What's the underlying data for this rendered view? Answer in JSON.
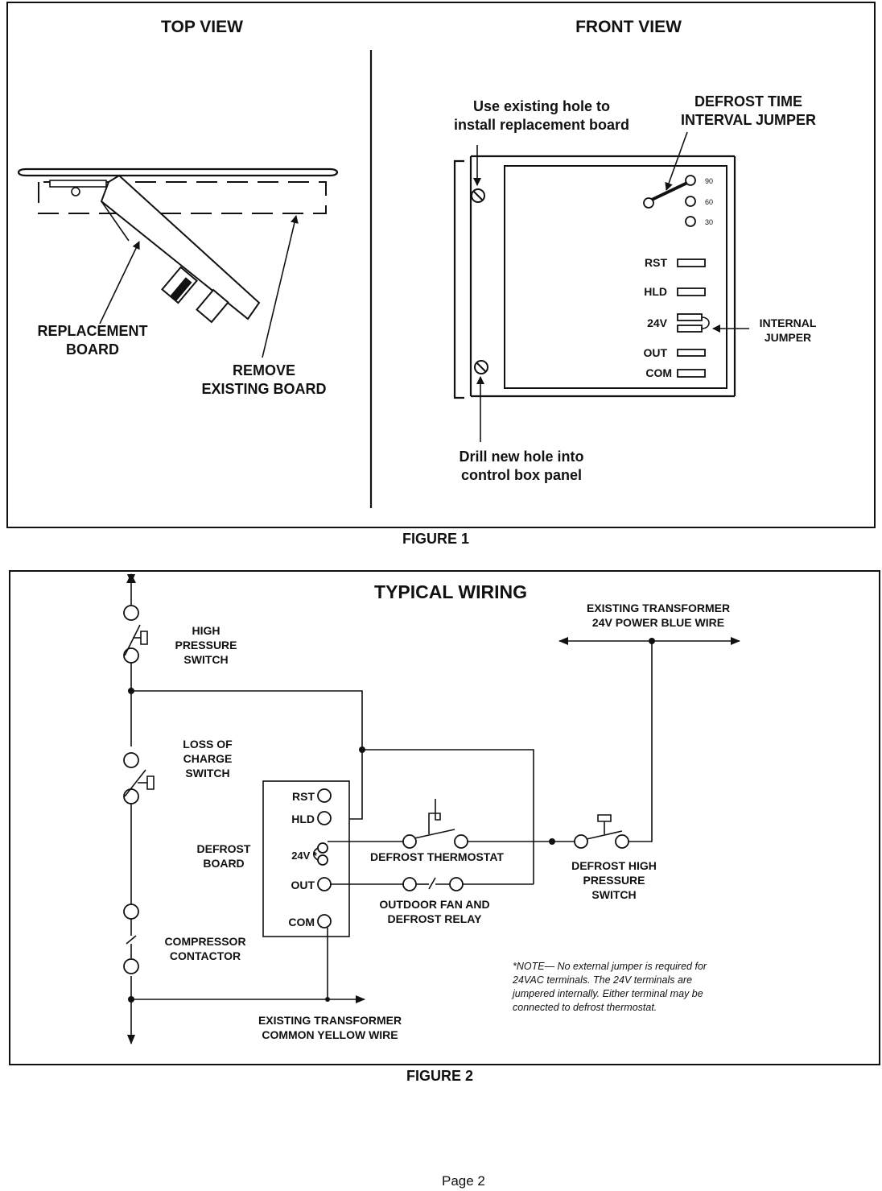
{
  "figure1": {
    "caption": "FIGURE 1",
    "top_view": {
      "title": "TOP VIEW",
      "replacement_board_line1": "REPLACEMENT",
      "replacement_board_line2": "BOARD",
      "remove_line1": "REMOVE",
      "remove_line2": "EXISTING BOARD"
    },
    "front_view": {
      "title": "FRONT VIEW",
      "existing_hole_line1": "Use existing hole to",
      "existing_hole_line2": "install replacement board",
      "jumper_line1": "DEFROST TIME",
      "jumper_line2": "INTERVAL JUMPER",
      "jumper_positions": [
        "90",
        "60",
        "30"
      ],
      "terminals": [
        "RST",
        "HLD",
        "24V",
        "OUT",
        "COM"
      ],
      "internal_jumper_line1": "INTERNAL",
      "internal_jumper_line2": "JUMPER",
      "drill_line1": "Drill new hole into",
      "drill_line2": "control box panel"
    }
  },
  "figure2": {
    "caption": "FIGURE 2",
    "title": "TYPICAL WIRING",
    "high_pressure_switch": [
      "HIGH",
      "PRESSURE",
      "SWITCH"
    ],
    "loss_of_charge_switch": [
      "LOSS OF",
      "CHARGE",
      "SWITCH"
    ],
    "defrost_board": [
      "DEFROST",
      "BOARD"
    ],
    "compressor_contactor": [
      "COMPRESSOR",
      "CONTACTOR"
    ],
    "board_terminals": [
      "RST",
      "HLD",
      "24V *",
      "OUT",
      "COM"
    ],
    "transformer_blue": [
      "EXISTING TRANSFORMER",
      "24V POWER BLUE WIRE"
    ],
    "transformer_yellow": [
      "EXISTING TRANSFORMER",
      "COMMON YELLOW WIRE"
    ],
    "defrost_thermostat": "DEFROST THERMOSTAT",
    "fan_relay": [
      "OUTDOOR FAN AND",
      "DEFROST RELAY"
    ],
    "defrost_high_pressure_switch": [
      "DEFROST HIGH",
      "PRESSURE",
      "SWITCH"
    ],
    "note": [
      "*NOTE— No external jumper is required for",
      "24VAC  terminals.  The  24V  terminals  are",
      "jumpered internally. Either terminal may be",
      "connected to defrost thermostat."
    ]
  },
  "page_label": "Page 2"
}
